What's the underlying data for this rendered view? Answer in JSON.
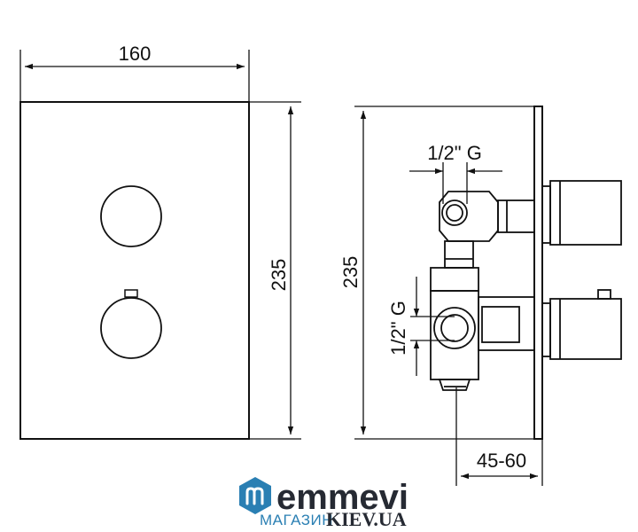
{
  "front_view": {
    "width_label": "160",
    "height_label": "235"
  },
  "side_view": {
    "height_label": "235",
    "top_thread_label": "1/2\" G",
    "side_thread_label": "1/2\" G",
    "depth_label": "45-60"
  },
  "watermark": {
    "brand": "emmevi",
    "shop_label": "МАГАЗИН",
    "site": "KIEV.UA",
    "accent_color": "#2a7fb3",
    "text_color": "#262a33"
  }
}
